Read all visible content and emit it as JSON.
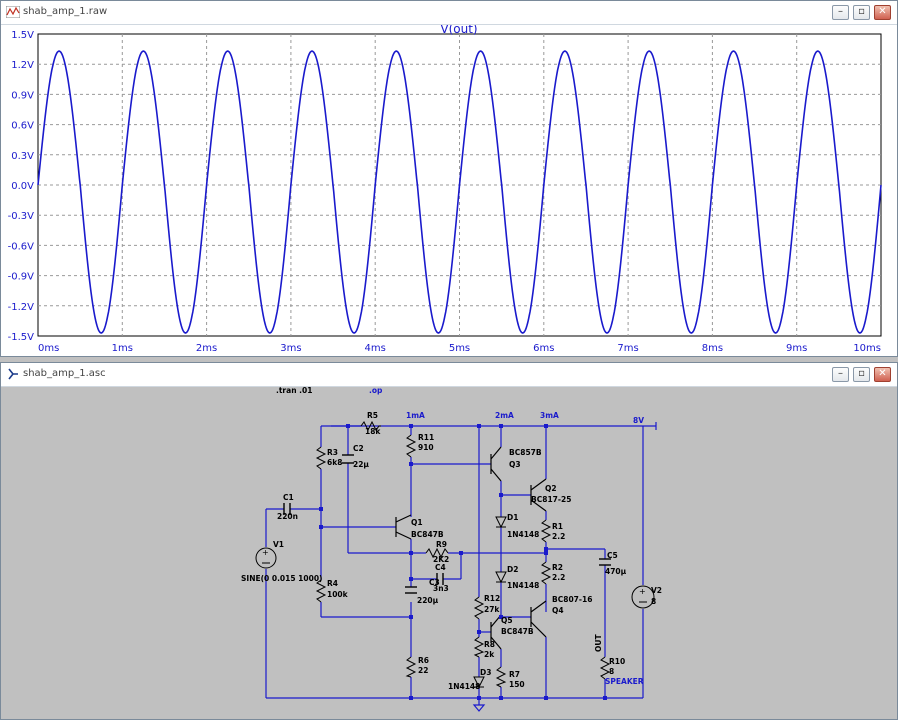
{
  "plot_window": {
    "title": "shab_amp_1.raw",
    "trace_label": "V(out)",
    "trace_color": "#1a1acc"
  },
  "schematic_window": {
    "title": "shab_amp_1.asc",
    "directives": {
      "tran": ".tran .01",
      "op": ".op"
    },
    "currents": [
      "1mA",
      "2mA",
      "3mA"
    ],
    "supply": "8V",
    "components": [
      {
        "ref": "R5",
        "value": "18k"
      },
      {
        "ref": "R11",
        "value": "910"
      },
      {
        "ref": "R3",
        "value": "6k8"
      },
      {
        "ref": "C2",
        "value": "22µ"
      },
      {
        "ref": "C1",
        "value": "220n"
      },
      {
        "ref": "V1",
        "value": "SINE(0 0.015 1000)"
      },
      {
        "ref": "Q1",
        "value": "BC847B"
      },
      {
        "ref": "R9",
        "value": "2K2"
      },
      {
        "ref": "C4",
        "value": "3n3"
      },
      {
        "ref": "R4",
        "value": "100k"
      },
      {
        "ref": "C3",
        "value": "220µ"
      },
      {
        "ref": "R6",
        "value": "22"
      },
      {
        "ref": "Q3",
        "value": "BC857B"
      },
      {
        "ref": "Q2",
        "value": "BC817-25"
      },
      {
        "ref": "D1",
        "value": "1N4148"
      },
      {
        "ref": "R1",
        "value": "2.2"
      },
      {
        "ref": "D2",
        "value": "1N4148"
      },
      {
        "ref": "R2",
        "value": "2.2"
      },
      {
        "ref": "Q4",
        "value": "BC807-16"
      },
      {
        "ref": "R12",
        "value": "27k"
      },
      {
        "ref": "Q5",
        "value": "BC847B"
      },
      {
        "ref": "R8",
        "value": "2k"
      },
      {
        "ref": "D3",
        "value": "1N4148"
      },
      {
        "ref": "R7",
        "value": "150"
      },
      {
        "ref": "C5",
        "value": "470µ"
      },
      {
        "ref": "R10",
        "value": "8"
      },
      {
        "ref": "V2",
        "value": "8"
      }
    ],
    "net_labels": {
      "out": "OUT",
      "speaker": "SPEAKER"
    },
    "colors": {
      "wire": "#1a1acc",
      "background": "#c0c0c0",
      "label_blue": "#1a1acc"
    }
  },
  "chart_data": {
    "type": "line",
    "title": "V(out)",
    "xlabel": "",
    "ylabel": "",
    "xlim": [
      0,
      10
    ],
    "ylim": [
      -1.5,
      1.5
    ],
    "x_unit": "ms",
    "y_unit": "V",
    "x_ticks": [
      "0ms",
      "1ms",
      "2ms",
      "3ms",
      "4ms",
      "5ms",
      "6ms",
      "7ms",
      "8ms",
      "9ms",
      "10ms"
    ],
    "y_ticks": [
      "1.5V",
      "1.2V",
      "0.9V",
      "0.6V",
      "0.3V",
      "0.0V",
      "-0.3V",
      "-0.6V",
      "-0.9V",
      "-1.2V",
      "-1.5V"
    ],
    "grid": true,
    "series": [
      {
        "name": "V(out)",
        "waveform": "sine",
        "frequency_khz": 1,
        "amplitude": 1.4,
        "offset": 0,
        "t_start": 0,
        "t_end": 10,
        "peak_first": 1.33,
        "trough_first": -1.47
      }
    ]
  }
}
